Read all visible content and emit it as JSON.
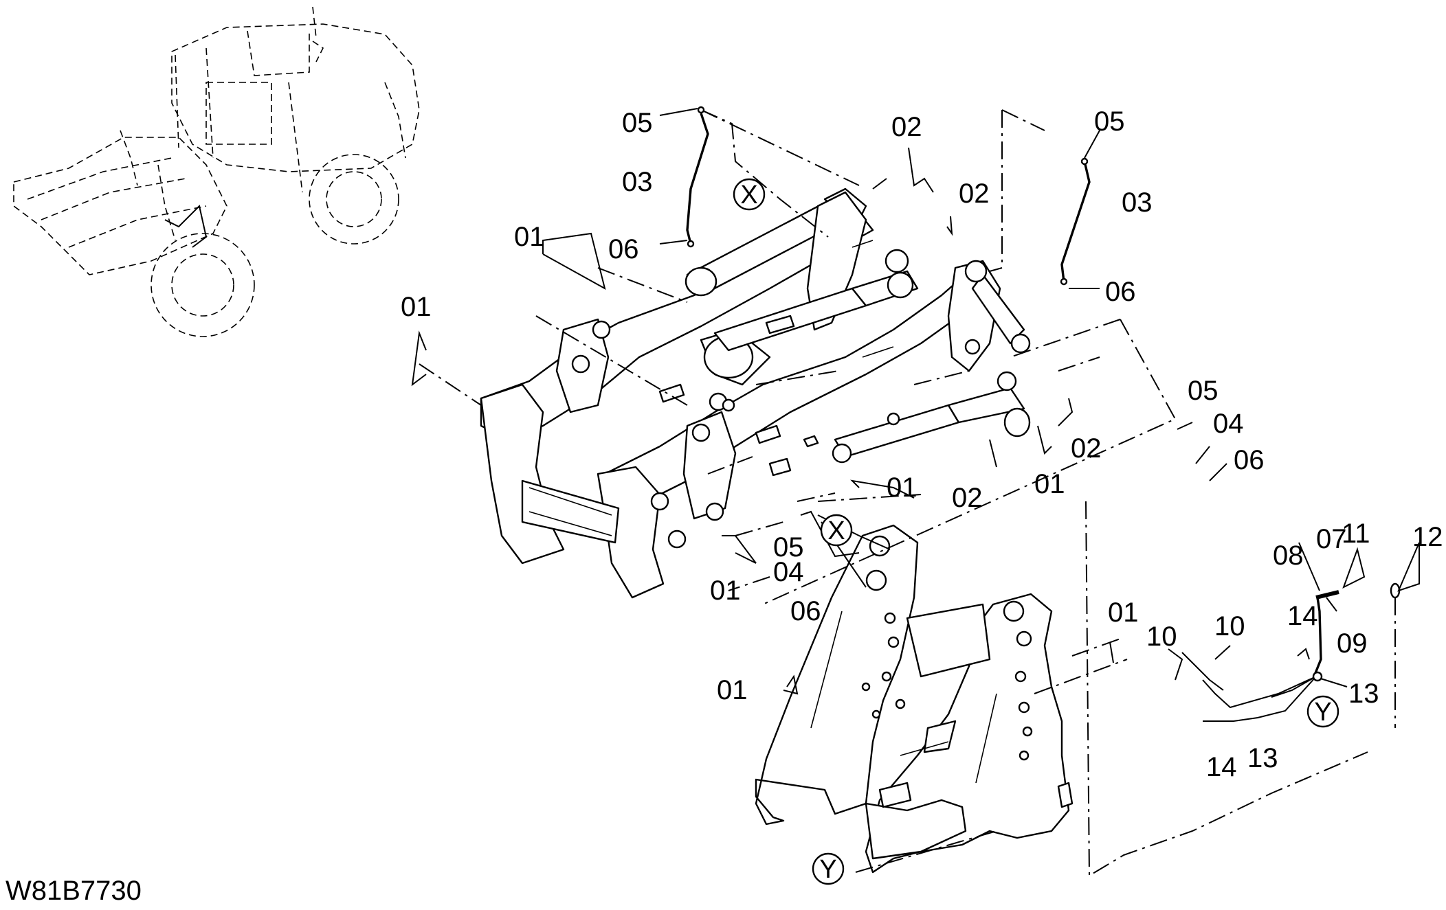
{
  "drawing_code": "W81B7730",
  "callouts": {
    "c01a": "01",
    "c01b": "01",
    "c01c": "01",
    "c01d": "01",
    "c01e": "01",
    "c01f": "01",
    "c01g": "01",
    "c02a": "02",
    "c02b": "02",
    "c02c": "02",
    "c02d": "02",
    "c03a": "03",
    "c03b": "03",
    "c04a": "04",
    "c04b": "04",
    "c05a": "05",
    "c05b": "05",
    "c05c": "05",
    "c05d": "05",
    "c06a": "06",
    "c06b": "06",
    "c06c": "06",
    "c06d": "06",
    "c07": "07",
    "c08": "08",
    "c09": "09",
    "c10a": "10",
    "c10b": "10",
    "c11": "11",
    "c12": "12",
    "c13a": "13",
    "c13b": "13",
    "c14a": "14",
    "c14b": "14"
  },
  "detail_markers": {
    "x_top": "X",
    "x_mid": "X",
    "y_right": "Y",
    "y_bottom": "Y"
  }
}
